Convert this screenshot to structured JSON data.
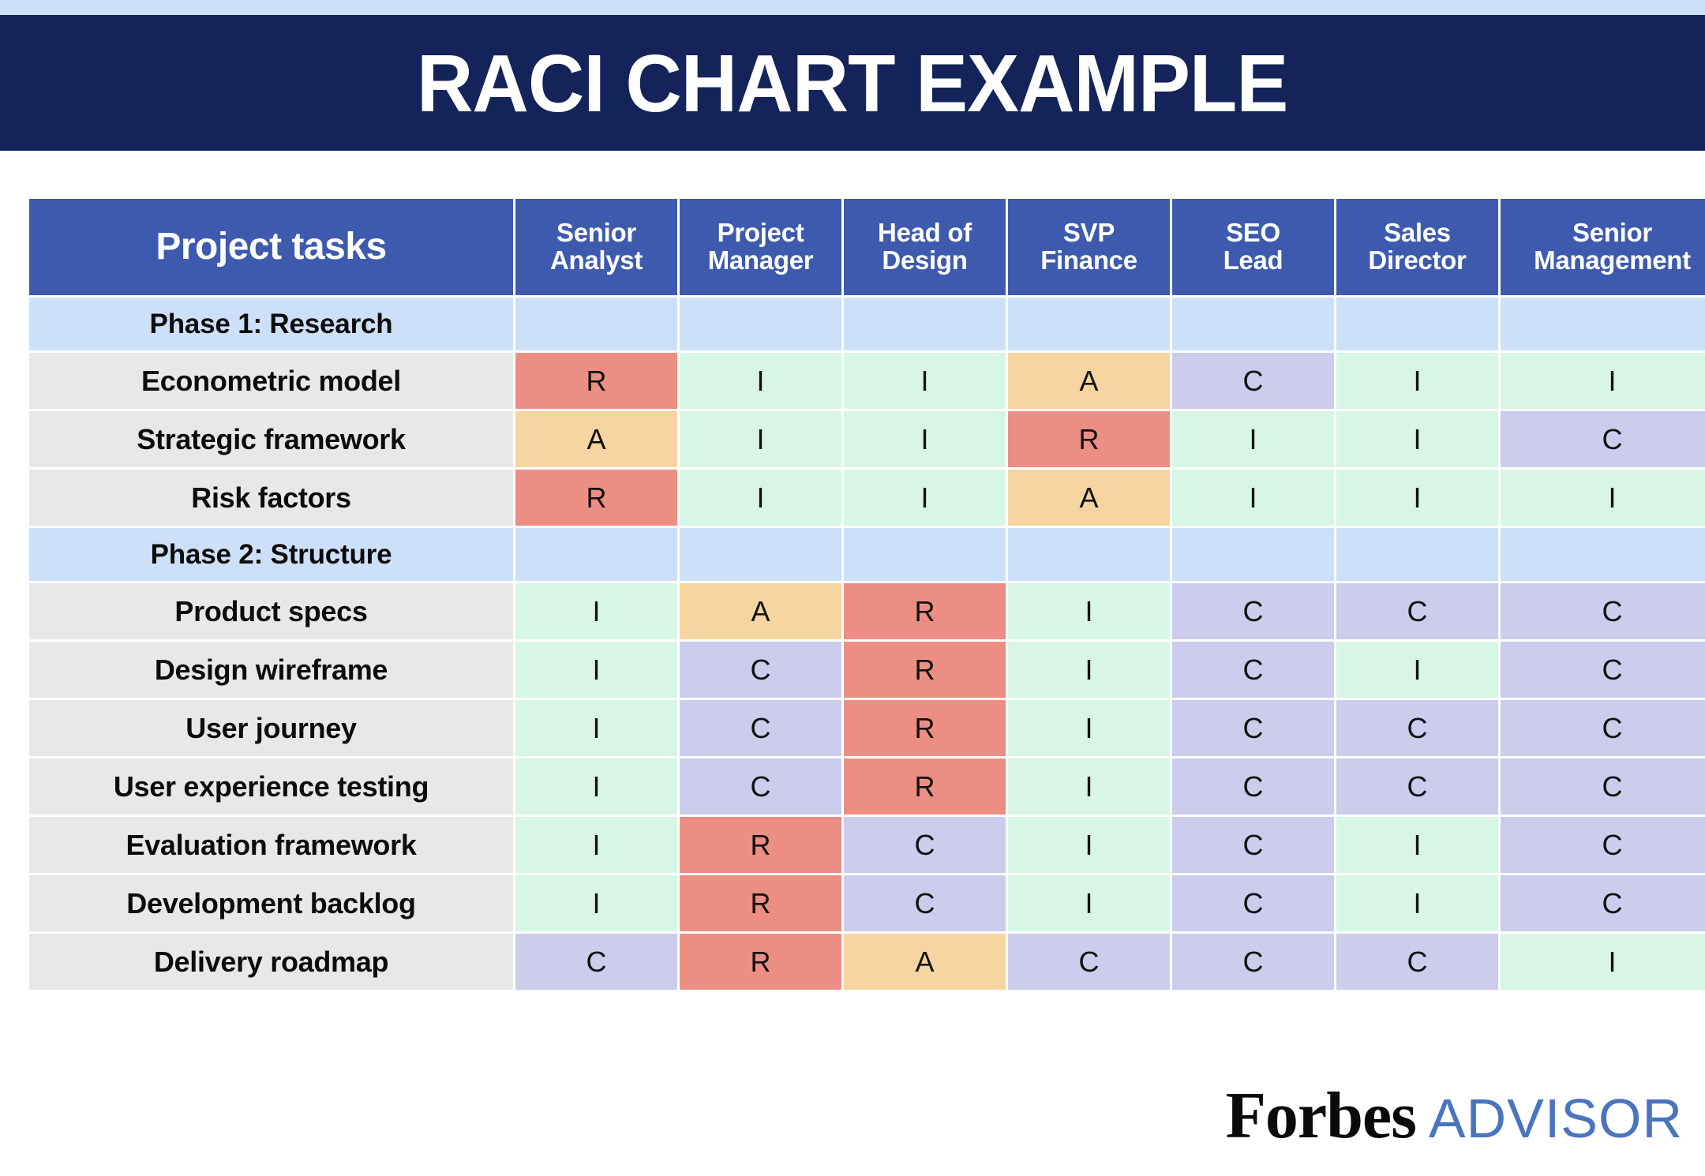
{
  "banner": {
    "title": "RACI CHART EXAMPLE",
    "background_color": "#14245A",
    "text_color": "#FFFFFF",
    "strip_color": "#CDE0FA"
  },
  "legend_colors": {
    "header_blue": "#3D5AAE",
    "phase_row_blue": "#CDE0FA",
    "task_row_gray": "#E8E8E8",
    "responsible_red": "#EC8E83",
    "accountable_amber": "#F6D5A0",
    "consulted_purple": "#CCCCEC",
    "informed_green": "#D8F6E5"
  },
  "chart_data": {
    "type": "table",
    "title": "RACI CHART EXAMPLE",
    "columns": [
      "Project tasks",
      "Senior Analyst",
      "Project Manager",
      "Head of Design",
      "SVP Finance",
      "SEO Lead",
      "Sales Director",
      "Senior Management"
    ],
    "column_lines": [
      [
        "Project tasks"
      ],
      [
        "Senior",
        "Analyst"
      ],
      [
        "Project",
        "Manager"
      ],
      [
        "Head of",
        "Design"
      ],
      [
        "SVP",
        "Finance"
      ],
      [
        "SEO",
        "Lead"
      ],
      [
        "Sales",
        "Director"
      ],
      [
        "Senior",
        "Management"
      ]
    ],
    "rows": [
      {
        "kind": "phase",
        "label": "Phase 1: Research",
        "values": [
          "",
          "",
          "",
          "",
          "",
          "",
          ""
        ]
      },
      {
        "kind": "task",
        "label": "Econometric model",
        "values": [
          "R",
          "I",
          "I",
          "A",
          "C",
          "I",
          "I"
        ]
      },
      {
        "kind": "task",
        "label": "Strategic framework",
        "values": [
          "A",
          "I",
          "I",
          "R",
          "I",
          "I",
          "C"
        ]
      },
      {
        "kind": "task",
        "label": "Risk factors",
        "values": [
          "R",
          "I",
          "I",
          "A",
          "I",
          "I",
          "I"
        ]
      },
      {
        "kind": "phase",
        "label": "Phase 2: Structure",
        "values": [
          "",
          "",
          "",
          "",
          "",
          "",
          ""
        ]
      },
      {
        "kind": "task",
        "label": "Product specs",
        "values": [
          "I",
          "A",
          "R",
          "I",
          "C",
          "C",
          "C"
        ]
      },
      {
        "kind": "task",
        "label": "Design wireframe",
        "values": [
          "I",
          "C",
          "R",
          "I",
          "C",
          "I",
          "C"
        ]
      },
      {
        "kind": "task",
        "label": "User journey",
        "values": [
          "I",
          "C",
          "R",
          "I",
          "C",
          "C",
          "C"
        ]
      },
      {
        "kind": "task",
        "label": "User experience testing",
        "values": [
          "I",
          "C",
          "R",
          "I",
          "C",
          "C",
          "C"
        ]
      },
      {
        "kind": "task",
        "label": "Evaluation framework",
        "values": [
          "I",
          "R",
          "C",
          "I",
          "C",
          "I",
          "C"
        ]
      },
      {
        "kind": "task",
        "label": "Development backlog",
        "values": [
          "I",
          "R",
          "C",
          "I",
          "C",
          "I",
          "C"
        ]
      },
      {
        "kind": "task",
        "label": "Delivery roadmap",
        "values": [
          "C",
          "R",
          "A",
          "C",
          "C",
          "C",
          "I"
        ]
      }
    ]
  },
  "logo": {
    "forbes": "Forbes",
    "advisor": "ADVISOR",
    "advisor_color": "#4A74BF"
  }
}
